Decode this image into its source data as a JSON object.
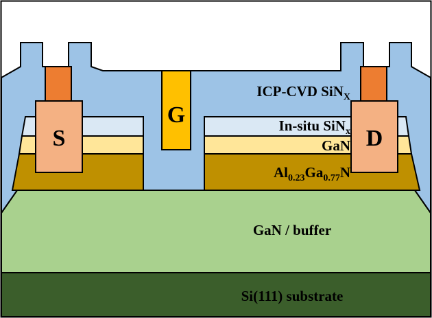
{
  "layers": {
    "substrate": {
      "label": "Si(111) substrate",
      "color": "#3b5e2b"
    },
    "buffer": {
      "label": "GaN / buffer",
      "color": "#a9d18e"
    },
    "barrier": {
      "label_main": "Al",
      "label_sub1": "0.23",
      "label_mid": "Ga",
      "label_sub2": "0.77",
      "label_end": "N",
      "color": "#bf9000"
    },
    "cap": {
      "label": "GaN",
      "color": "#ffe699"
    },
    "insitu_sin": {
      "label_main": "In-situ SiN",
      "label_sub": "x",
      "color": "#dae8f4"
    },
    "icp_sin": {
      "label_main": "ICP-CVD SiN",
      "label_sub": "X",
      "color": "#9dc3e6"
    }
  },
  "electrodes": {
    "source": {
      "label": "S",
      "color": "#f4b183"
    },
    "drain": {
      "label": "D",
      "color": "#f4b183"
    },
    "gate": {
      "label": "G",
      "color": "#ffc000"
    },
    "via_color": "#ed7d31"
  },
  "outline_color": "#000000"
}
